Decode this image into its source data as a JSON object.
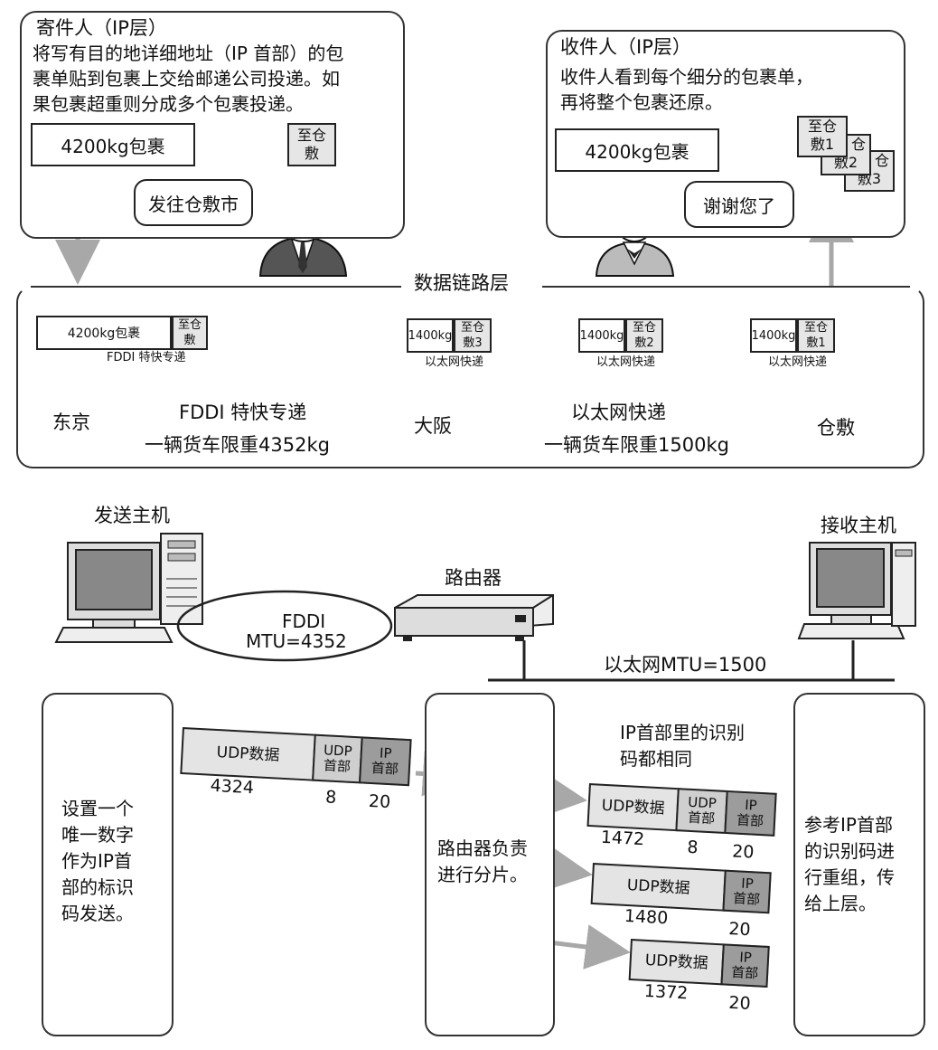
{
  "sender": {
    "title": "寄件人（IP层）",
    "desc": [
      "将写有目的地详细地址（IP 首部）的包",
      "裹单贴到包裹上交给邮递公司投递。如",
      "果包裹超重则分成多个包裹投递。"
    ],
    "package": "4200kg包裹",
    "label": [
      "至仓",
      "敷"
    ],
    "speech": "发往仓敷市"
  },
  "receiver": {
    "title": "收件人（IP层）",
    "desc": [
      "收件人看到每个细分的包裹单，",
      "再将整个包裹还原。"
    ],
    "package": "4200kg包裹",
    "labels": [
      [
        "至仓",
        "敷1"
      ],
      [
        "仓",
        "敷2"
      ],
      [
        "仓",
        "敷3"
      ]
    ],
    "speech": "谢谢您了"
  },
  "datalink": {
    "title": "数据链路层",
    "truck_big": {
      "cargo": "4200kg包裹",
      "label": [
        "至仓",
        "敷"
      ],
      "company": "FDDI 特快专递"
    },
    "trucks_small": [
      {
        "cargo": "1400kg",
        "label": [
          "至仓",
          "敷3"
        ],
        "company": "以太网快递"
      },
      {
        "cargo": "1400kg",
        "label": [
          "至仓",
          "敷2"
        ],
        "company": "以太网快递"
      },
      {
        "cargo": "1400kg",
        "label": [
          "至仓",
          "敷1"
        ],
        "company": "以太网快递"
      }
    ],
    "cities": [
      "东京",
      "大阪",
      "仓敷"
    ],
    "route1": {
      "name": "FDDI 特快专递",
      "limit": "一辆货车限重4352kg"
    },
    "route2": {
      "name": "以太网快递",
      "limit": "一辆货车限重1500kg"
    }
  },
  "network": {
    "send_host": "发送主机",
    "recv_host": "接收主机",
    "router": "路由器",
    "fddi": [
      "FDDI",
      "MTU=4352"
    ],
    "ethernet": "以太网MTU=1500"
  },
  "boxes": {
    "left": [
      "设置一个",
      "唯一数字",
      "作为IP首",
      "部的标识",
      "码发送。"
    ],
    "middle": [
      "路由器负责",
      "进行分片。"
    ],
    "right": [
      "参考IP首部",
      "的识别码进",
      "行重组，传",
      "给上层。"
    ]
  },
  "packets": {
    "same_id_note": [
      "IP首部里的识别",
      "码都相同"
    ],
    "udp_label": "UDP数据",
    "udp_hdr": [
      "UDP",
      "首部"
    ],
    "ip_hdr": [
      "IP",
      "首部"
    ],
    "original": {
      "data": "4324",
      "udp": "8",
      "ip": "20"
    },
    "frag1": {
      "data": "1472",
      "udp": "8",
      "ip": "20"
    },
    "frag2": {
      "data": "1480",
      "ip": "20"
    },
    "frag3": {
      "data": "1372",
      "ip": "20"
    }
  }
}
